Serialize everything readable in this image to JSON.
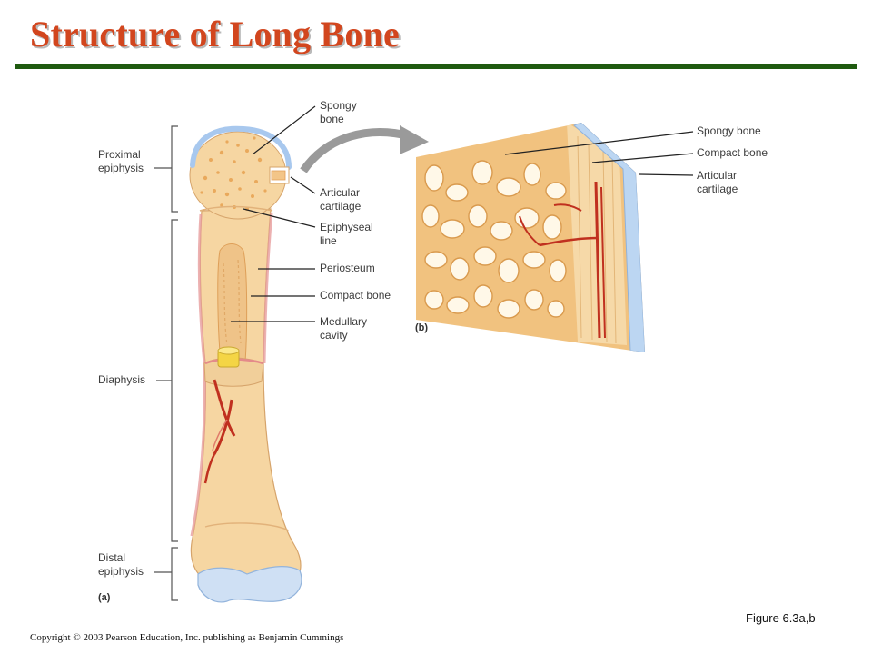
{
  "slide": {
    "title": "Structure of Long Bone"
  },
  "figure_a": {
    "panel_label": "(a)",
    "regions": {
      "proximal_epiphysis": "Proximal\nepiphysis",
      "diaphysis": "Diaphysis",
      "distal_epiphysis": "Distal\nepiphysis"
    },
    "parts": {
      "spongy_bone": "Spongy\nbone",
      "articular_cartilage": "Articular\ncartilage",
      "epiphyseal_line": "Epiphyseal\nline",
      "periosteum": "Periosteum",
      "compact_bone": "Compact bone",
      "medullary_cavity": "Medullary\ncavity"
    }
  },
  "figure_b": {
    "panel_label": "(b)",
    "parts": {
      "spongy_bone": "Spongy bone",
      "compact_bone": "Compact bone",
      "articular_cartilage": "Articular\ncartilage"
    }
  },
  "caption": "Figure 6.3a,b",
  "copyright": "Copyright © 2003 Pearson Education, Inc. publishing as Benjamin Cummings",
  "colors": {
    "title": "#d2461e",
    "rule": "#1f5a10",
    "bone": "#f6d6a2",
    "bone_dark": "#e9a95c",
    "cartilage": "#bcd6f2",
    "vessel": "#c0301f"
  }
}
